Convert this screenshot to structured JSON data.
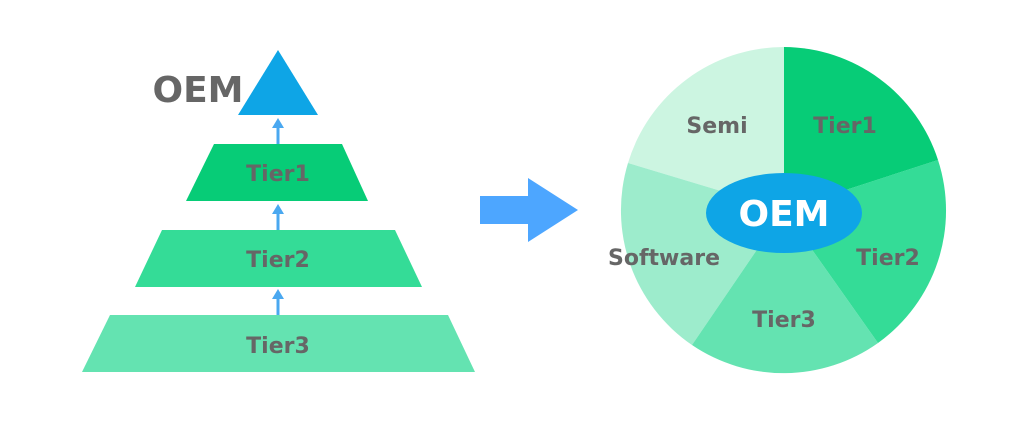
{
  "pyramid": {
    "apex_label": "OEM",
    "tiers": [
      {
        "label": "Tier1"
      },
      {
        "label": "Tier2"
      },
      {
        "label": "Tier3"
      }
    ]
  },
  "ring": {
    "center_label": "OEM",
    "segments": [
      {
        "label": "Tier1"
      },
      {
        "label": "Tier2"
      },
      {
        "label": "Tier3"
      },
      {
        "label": "Software"
      },
      {
        "label": "Semi"
      }
    ]
  },
  "colors": {
    "apex": "#0ea5e6",
    "arrow_small": "#4aa8f0",
    "arrow_big": "#4da6ff",
    "tier1": "#07cc77",
    "tier2": "#34dc97",
    "tier3": "#64e3b1",
    "software": "#9deccc",
    "semi": "#ccf5e1",
    "center": "#0ea5e6",
    "label_gray": "#666666",
    "label_white": "#ffffff"
  }
}
